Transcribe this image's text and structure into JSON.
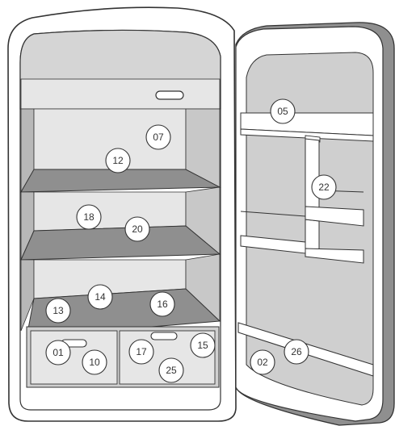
{
  "colors": {
    "outline": "#333333",
    "fill_light": "#e6e6e6",
    "fill_mid": "#cfcfcf",
    "fill_dark": "#b3b3b3",
    "fill_darker": "#8f8f8f",
    "white": "#ffffff"
  },
  "callouts": [
    {
      "id": "01"
    },
    {
      "id": "02"
    },
    {
      "id": "05"
    },
    {
      "id": "07"
    },
    {
      "id": "10"
    },
    {
      "id": "12"
    },
    {
      "id": "13"
    },
    {
      "id": "14"
    },
    {
      "id": "15"
    },
    {
      "id": "16"
    },
    {
      "id": "17"
    },
    {
      "id": "18"
    },
    {
      "id": "20"
    },
    {
      "id": "22"
    },
    {
      "id": "25"
    },
    {
      "id": "26"
    }
  ]
}
